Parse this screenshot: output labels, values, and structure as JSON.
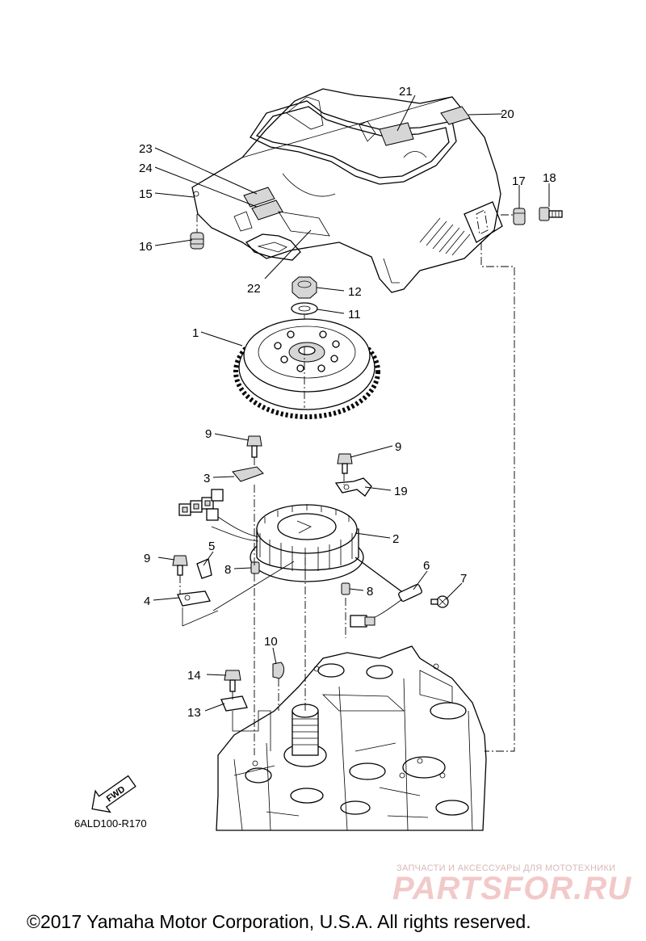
{
  "callouts": [
    {
      "id": "c1",
      "text": "1"
    },
    {
      "id": "c2",
      "text": "2"
    },
    {
      "id": "c3",
      "text": "3"
    },
    {
      "id": "c4",
      "text": "4"
    },
    {
      "id": "c5",
      "text": "5"
    },
    {
      "id": "c6",
      "text": "6"
    },
    {
      "id": "c7",
      "text": "7"
    },
    {
      "id": "c8a",
      "text": "8"
    },
    {
      "id": "c8b",
      "text": "8"
    },
    {
      "id": "c9a",
      "text": "9"
    },
    {
      "id": "c9b",
      "text": "9"
    },
    {
      "id": "c9c",
      "text": "9"
    },
    {
      "id": "c10",
      "text": "10"
    },
    {
      "id": "c11",
      "text": "11"
    },
    {
      "id": "c12",
      "text": "12"
    },
    {
      "id": "c13",
      "text": "13"
    },
    {
      "id": "c14",
      "text": "14"
    },
    {
      "id": "c15",
      "text": "15"
    },
    {
      "id": "c16",
      "text": "16"
    },
    {
      "id": "c17",
      "text": "17"
    },
    {
      "id": "c18",
      "text": "18"
    },
    {
      "id": "c19",
      "text": "19"
    },
    {
      "id": "c20",
      "text": "20"
    },
    {
      "id": "c21",
      "text": "21"
    },
    {
      "id": "c22",
      "text": "22"
    },
    {
      "id": "c23",
      "text": "23"
    },
    {
      "id": "c24",
      "text": "24"
    }
  ],
  "fwd_label": "FWD",
  "diagram_code": "6ALD100-R170",
  "watermark": {
    "tagline": "ЗАПЧАСТИ И АКСЕССУАРЫ ДЛЯ МОТОТЕХНИКИ",
    "brand": "PARTSFOR.RU",
    "color": "#f2c9c9"
  },
  "copyright": "©2017 Yamaha Motor Corporation, U.S.A. All rights reserved."
}
